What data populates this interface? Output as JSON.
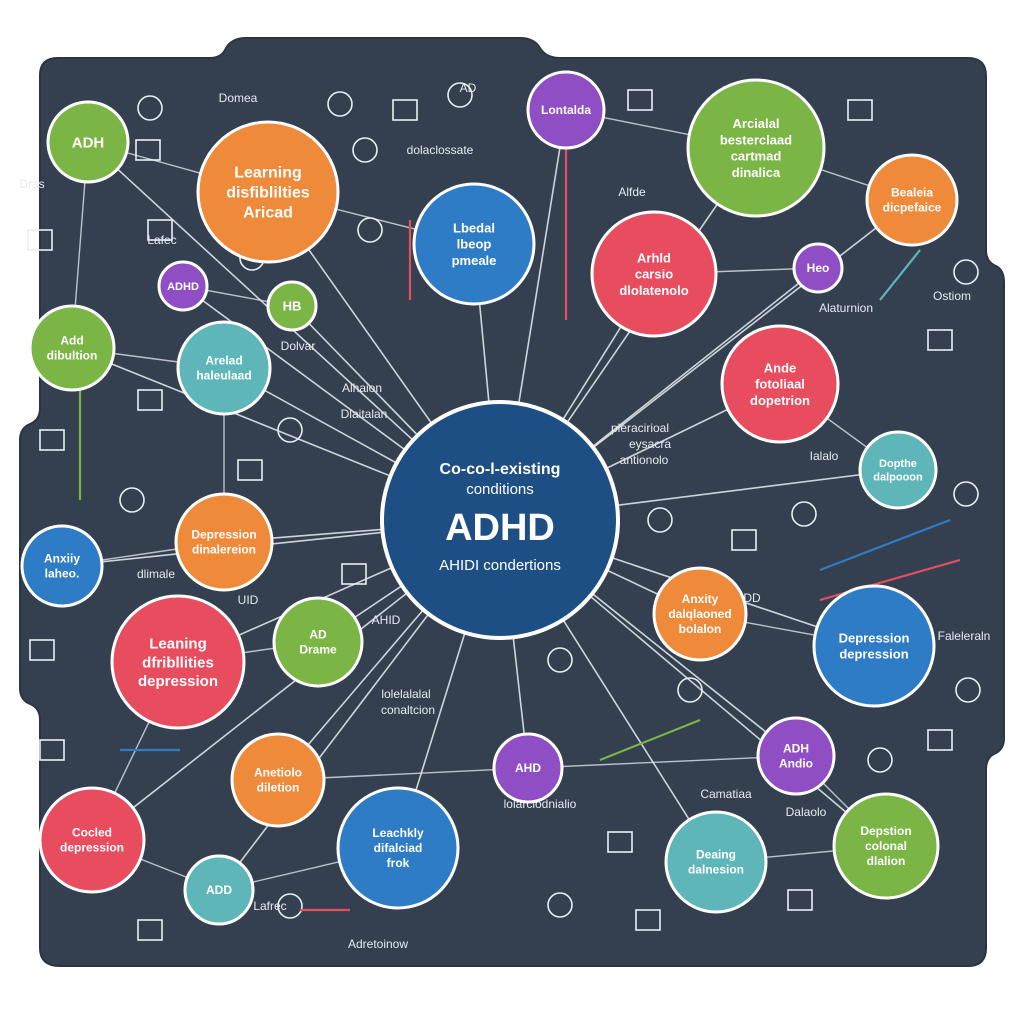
{
  "colors": {
    "board": "#34404f",
    "board_edge": "#2b3542",
    "line": "#e9eef5",
    "center": "#1d4f85",
    "red": "#e84c5f",
    "orange": "#ef8a3a",
    "green": "#7bb545",
    "teal": "#5fb6b9",
    "blue": "#2f7cc6",
    "purple": "#8f4ec4",
    "white": "#ffffff"
  },
  "center": {
    "line1": "Co-co-l-existing",
    "line2": "conditions",
    "title": "ADHD",
    "subtitle": "AHIDI condertions"
  },
  "nodes": [
    {
      "id": "n-adh-topleft",
      "lines": [
        "ADH"
      ],
      "color": "green"
    },
    {
      "id": "n-learning-top",
      "lines": [
        "Learning",
        "disfiblilties",
        "Aricad"
      ],
      "color": "orange"
    },
    {
      "id": "n-lontalda",
      "lines": [
        "Lontalda"
      ],
      "color": "purple"
    },
    {
      "id": "n-areclal",
      "lines": [
        "Arcialal",
        "besterclaad",
        "cartmad",
        "dinalica"
      ],
      "color": "green"
    },
    {
      "id": "n-bealeia",
      "lines": [
        "Bealeia",
        "dicpefaice"
      ],
      "color": "orange"
    },
    {
      "id": "n-adhd-small",
      "lines": [
        "ADHD"
      ],
      "color": "purple"
    },
    {
      "id": "n-hb",
      "lines": [
        "HB"
      ],
      "color": "green"
    },
    {
      "id": "n-lbedal",
      "lines": [
        "Lbedal",
        "lbeop",
        "pmeale"
      ],
      "color": "blue"
    },
    {
      "id": "n-arhld",
      "lines": [
        "Arhld",
        "carsio",
        "dlolatenolo"
      ],
      "color": "red"
    },
    {
      "id": "n-heo",
      "lines": [
        "Heo"
      ],
      "color": "purple"
    },
    {
      "id": "n-add-dibution",
      "lines": [
        "Add",
        "dibultion"
      ],
      "color": "green"
    },
    {
      "id": "n-arelad",
      "lines": [
        "Arelad",
        "haleulaad"
      ],
      "color": "teal"
    },
    {
      "id": "n-anide",
      "lines": [
        "Ande",
        "fotoliaal",
        "dopetrion"
      ],
      "color": "red"
    },
    {
      "id": "n-dopthe",
      "lines": [
        "Dopthe",
        "dalpooon"
      ],
      "color": "teal"
    },
    {
      "id": "n-anxiety-left",
      "lines": [
        "Anxiiy",
        "laheo."
      ],
      "color": "blue"
    },
    {
      "id": "n-depression-dista",
      "lines": [
        "Depression",
        "dinalereion"
      ],
      "color": "orange"
    },
    {
      "id": "n-learning-big",
      "lines": [
        "Leaning",
        "dfribllities",
        "depression"
      ],
      "color": "red"
    },
    {
      "id": "n-ad-drame",
      "lines": [
        "AD",
        "Drame"
      ],
      "color": "green"
    },
    {
      "id": "n-anxity",
      "lines": [
        "Anxity",
        "dalqlaoned",
        "bolalon"
      ],
      "color": "orange"
    },
    {
      "id": "n-depression-right",
      "lines": [
        "Depression",
        "depression"
      ],
      "color": "blue"
    },
    {
      "id": "n-anetiolo",
      "lines": [
        "Anetiolo",
        "diletion"
      ],
      "color": "orange"
    },
    {
      "id": "n-ahd",
      "lines": [
        "AHD"
      ],
      "color": "purple"
    },
    {
      "id": "n-adh-ardio",
      "lines": [
        "ADH",
        "Andio"
      ],
      "color": "purple"
    },
    {
      "id": "n-cocled",
      "lines": [
        "Cocled",
        "depression"
      ],
      "color": "red"
    },
    {
      "id": "n-add",
      "lines": [
        "ADD"
      ],
      "color": "teal"
    },
    {
      "id": "n-leachkly",
      "lines": [
        "Leachkly",
        "difalciad",
        "frok"
      ],
      "color": "blue"
    },
    {
      "id": "n-deaing",
      "lines": [
        "Deaing",
        "dalnesion"
      ],
      "color": "teal"
    },
    {
      "id": "n-depstion",
      "lines": [
        "Depstion",
        "colonal",
        "dlalion"
      ],
      "color": "green"
    }
  ],
  "labels": [
    "Domea",
    "AD",
    "dolaclossate",
    "Dras",
    "Lafec",
    "Alfde",
    "Ostiom",
    "Alaturnion",
    "Dolvar",
    "Alhaion",
    "Dlaitalan",
    "pleracirioal",
    "eysacra",
    "antionolo",
    "Ialalo",
    "dlimale",
    "UID",
    "AHID",
    "ADD",
    "lolelalalal",
    "conaltcion",
    "lolarciodnialio",
    "Camatiaa",
    "Dalaolo",
    "Lafrec",
    "Adretoinow",
    "Faleleraln"
  ]
}
